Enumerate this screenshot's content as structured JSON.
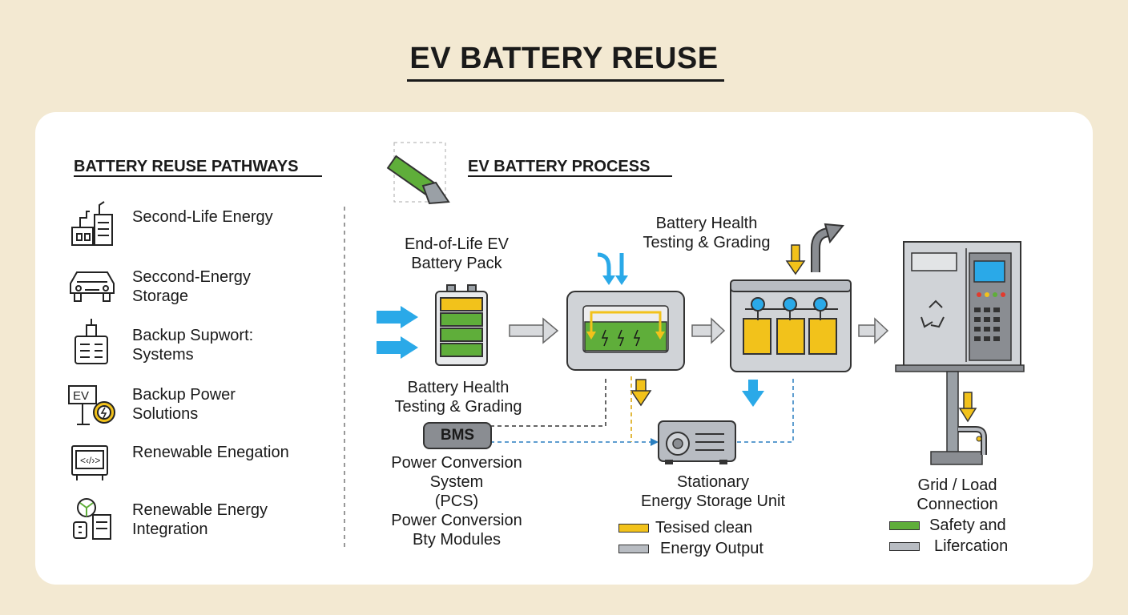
{
  "title": "EV BATTERY REUSE",
  "left_panel": {
    "heading": "BATTERY REUSE PATHWAYS",
    "items": [
      {
        "icon": "energy-building-icon",
        "lines": [
          "Second-Life Energy"
        ]
      },
      {
        "icon": "car-icon",
        "lines": [
          "Seccond-Energy",
          "Storage"
        ]
      },
      {
        "icon": "backup-system-icon",
        "lines": [
          "Backup Supwort:",
          "Systems"
        ]
      },
      {
        "icon": "ev-charger-icon",
        "icon_text": "EV",
        "lines": [
          "Backup Power",
          "Solutions"
        ]
      },
      {
        "icon": "inverter-screen-icon",
        "icon_text": "<‹/›>",
        "lines": [
          "Renewable Enegation"
        ]
      },
      {
        "icon": "renewable-integration-icon",
        "lines": [
          "Renewable Energy",
          "Integration"
        ]
      }
    ]
  },
  "process": {
    "heading": "EV BATTERY PROCESS",
    "end_of_life": [
      "End-of-Life EV",
      "Battery Pack"
    ],
    "testing_top": [
      "Battery Health",
      "Testing & Grading"
    ],
    "testing_bottom": [
      "Battery Health",
      "Testing & Grading"
    ],
    "bms": "BMS",
    "pcs": [
      "Power Conversion",
      "System",
      "(PCS)",
      "Power Conversion",
      "Bty Modules"
    ],
    "stationary": [
      "Stationary",
      "Energy Storage Unit"
    ],
    "grid": [
      "Grid / Load",
      "Connection"
    ],
    "legend_mid": [
      {
        "label": "Tesised clean",
        "color": "#f2c21b"
      },
      {
        "label": "Energy Output",
        "color": "#b8bcc2"
      }
    ],
    "legend_right": [
      {
        "label": "Safety and",
        "color": "#5fae3a"
      },
      {
        "label": "Lifercation",
        "color": "#b8bcc2"
      }
    ]
  },
  "colors": {
    "background": "#f3e9d2",
    "card": "#ffffff",
    "blue_arrow": "#2aa9e8",
    "yellow": "#f2c21b",
    "green": "#5fae3a",
    "gray": "#9aa0a6"
  }
}
